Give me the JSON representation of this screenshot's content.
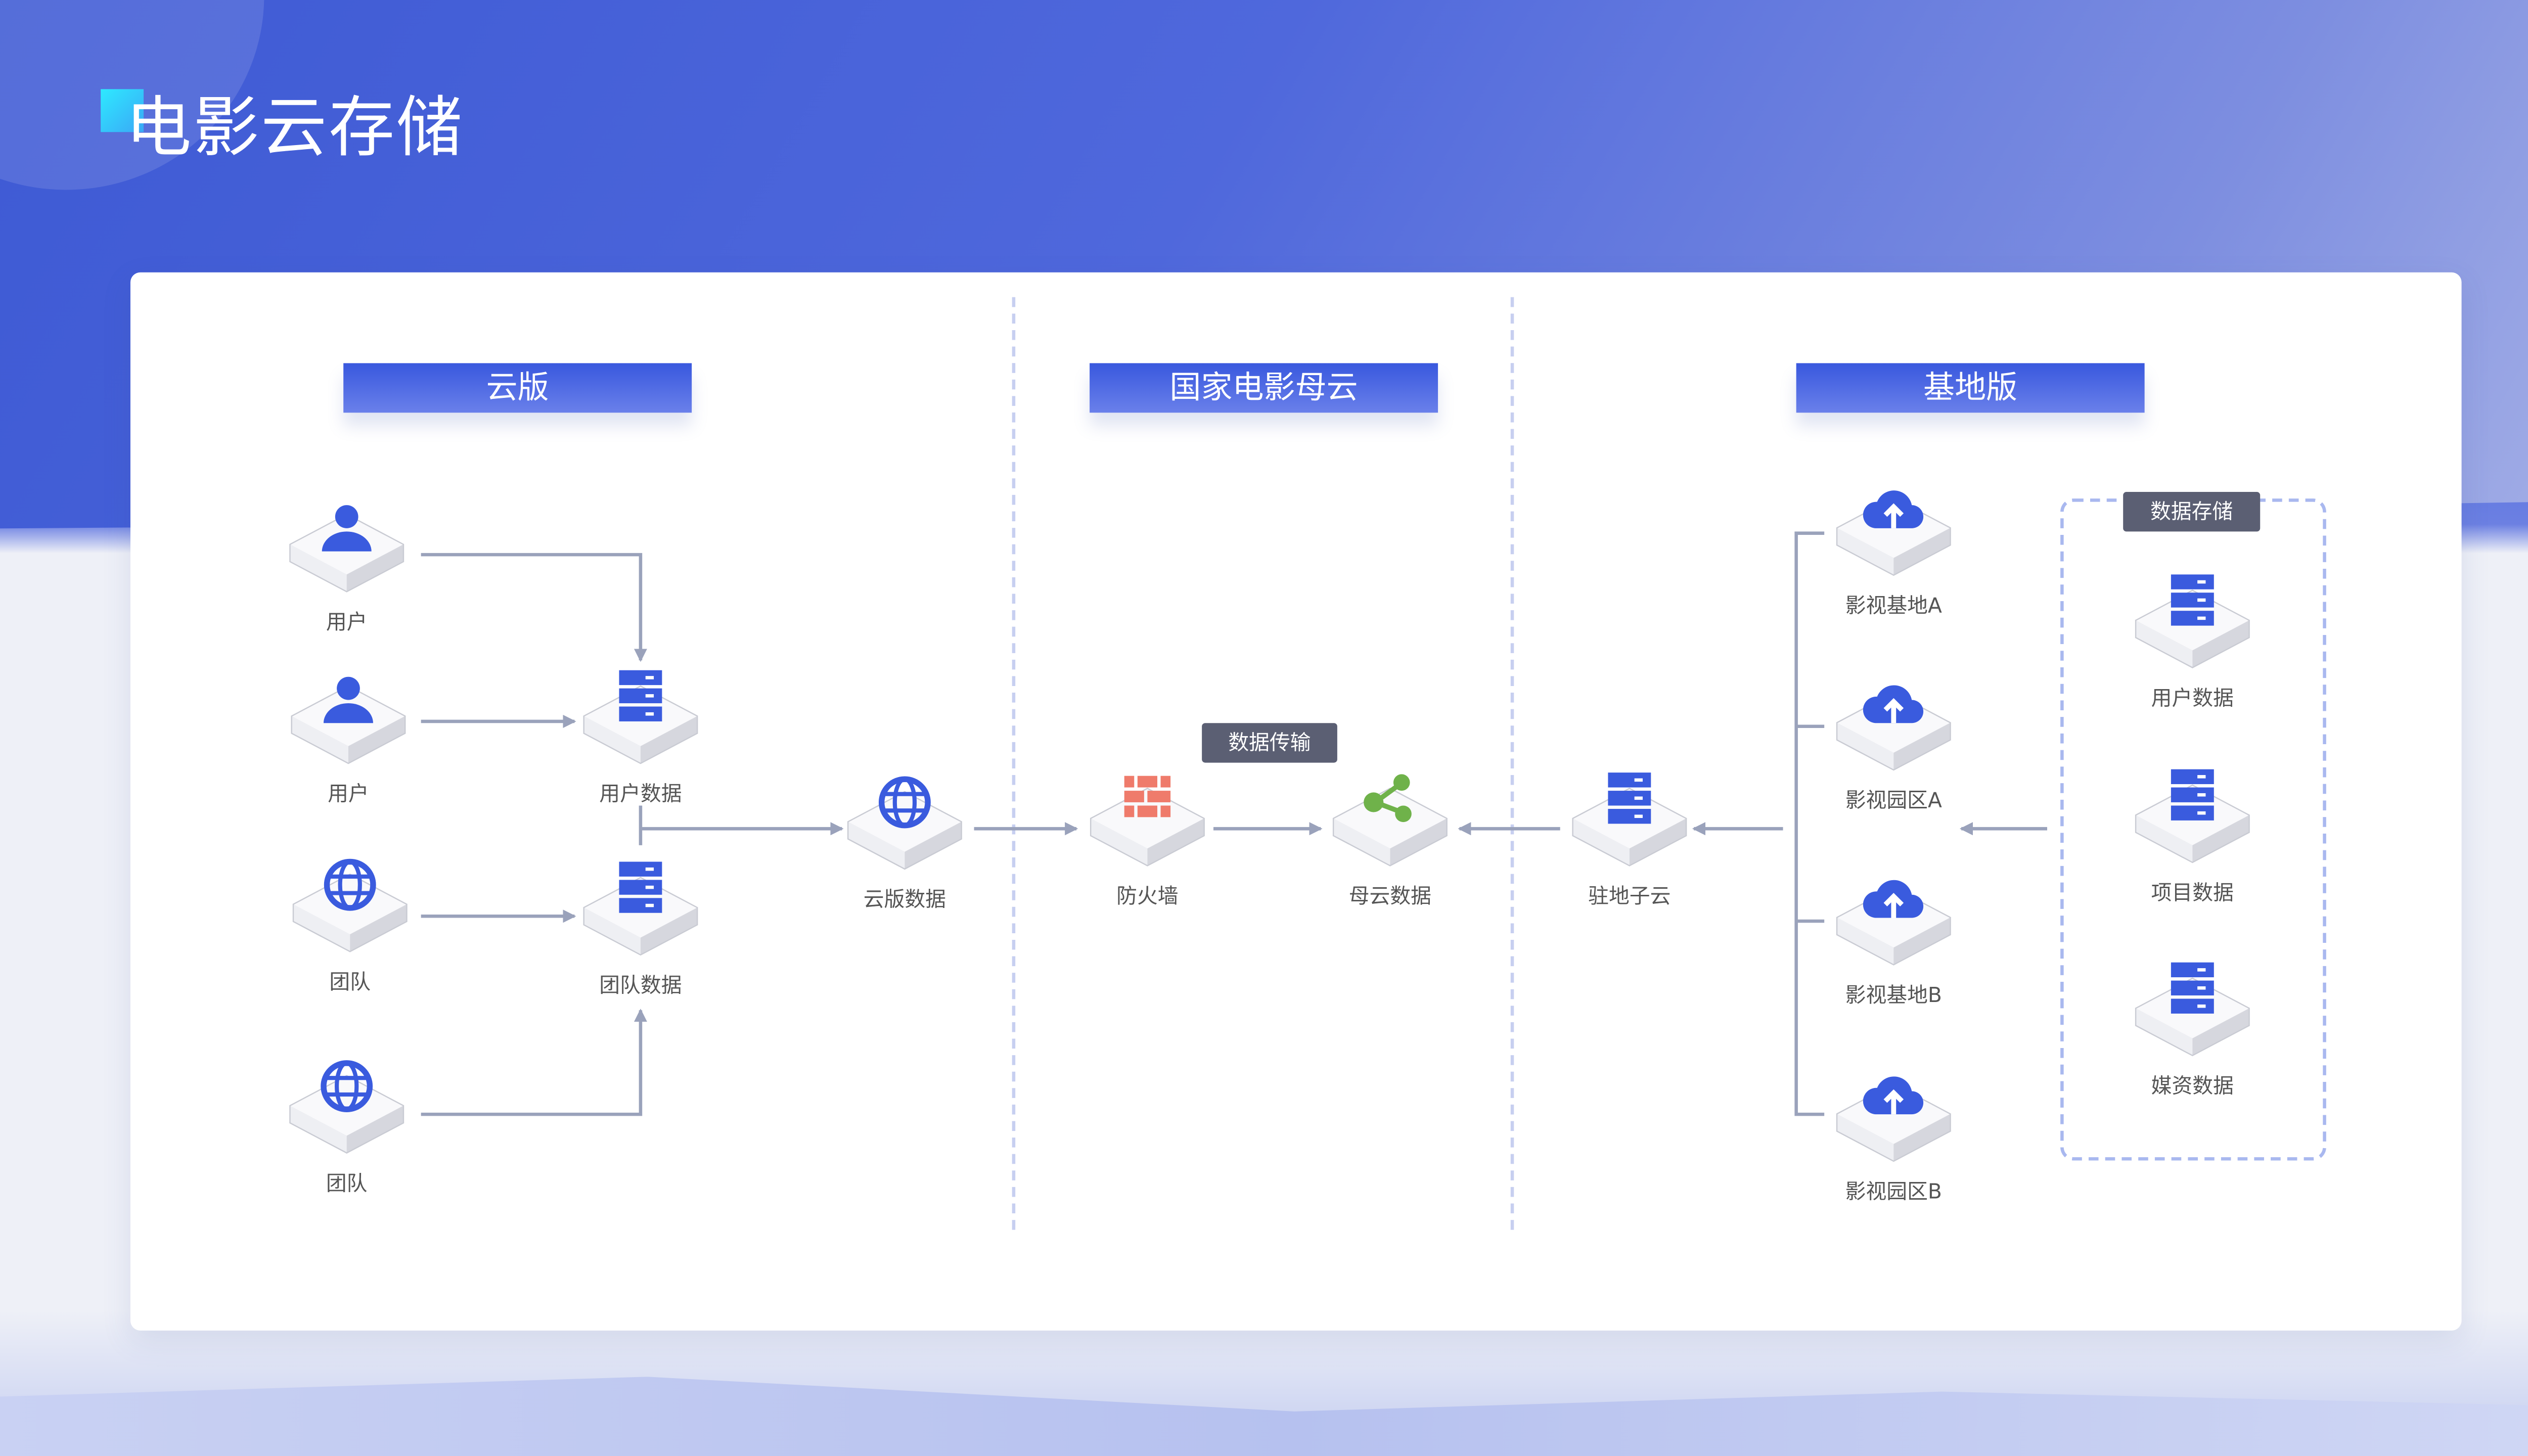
{
  "title": "电影云存储",
  "sections": [
    "云版",
    "国家电影母云",
    "基地版"
  ],
  "badges": {
    "transfer": "数据传输",
    "storage": "数据存储"
  },
  "nodes": [
    {
      "id": "u1",
      "label": "用户",
      "icon": "user-icon"
    },
    {
      "id": "u2",
      "label": "用户",
      "icon": "user-icon"
    },
    {
      "id": "t1",
      "label": "团队",
      "icon": "globe-icon"
    },
    {
      "id": "t2",
      "label": "团队",
      "icon": "globe-icon"
    },
    {
      "id": "ud",
      "label": "用户数据",
      "icon": "server-icon"
    },
    {
      "id": "td",
      "label": "团队数据",
      "icon": "server-icon"
    },
    {
      "id": "cd",
      "label": "云版数据",
      "icon": "globe-icon"
    },
    {
      "id": "fw",
      "label": "防火墙",
      "icon": "firewall-icon"
    },
    {
      "id": "md",
      "label": "母云数据",
      "icon": "share-icon"
    },
    {
      "id": "zc",
      "label": "驻地子云",
      "icon": "server-icon"
    },
    {
      "id": "ba",
      "label": "影视基地A",
      "icon": "cloud-upload-icon"
    },
    {
      "id": "pa",
      "label": "影视园区A",
      "icon": "cloud-upload-icon"
    },
    {
      "id": "bb",
      "label": "影视基地B",
      "icon": "cloud-upload-icon"
    },
    {
      "id": "pb",
      "label": "影视园区B",
      "icon": "cloud-upload-icon"
    },
    {
      "id": "s1",
      "label": "用户数据",
      "icon": "server-icon"
    },
    {
      "id": "s2",
      "label": "项目数据",
      "icon": "server-icon"
    },
    {
      "id": "s3",
      "label": "媒资数据",
      "icon": "server-icon"
    }
  ],
  "colors": {
    "primary": "#3a5bde",
    "firewall": "#ef7b6b",
    "share": "#6fb24a",
    "line": "#9aa2bb"
  }
}
